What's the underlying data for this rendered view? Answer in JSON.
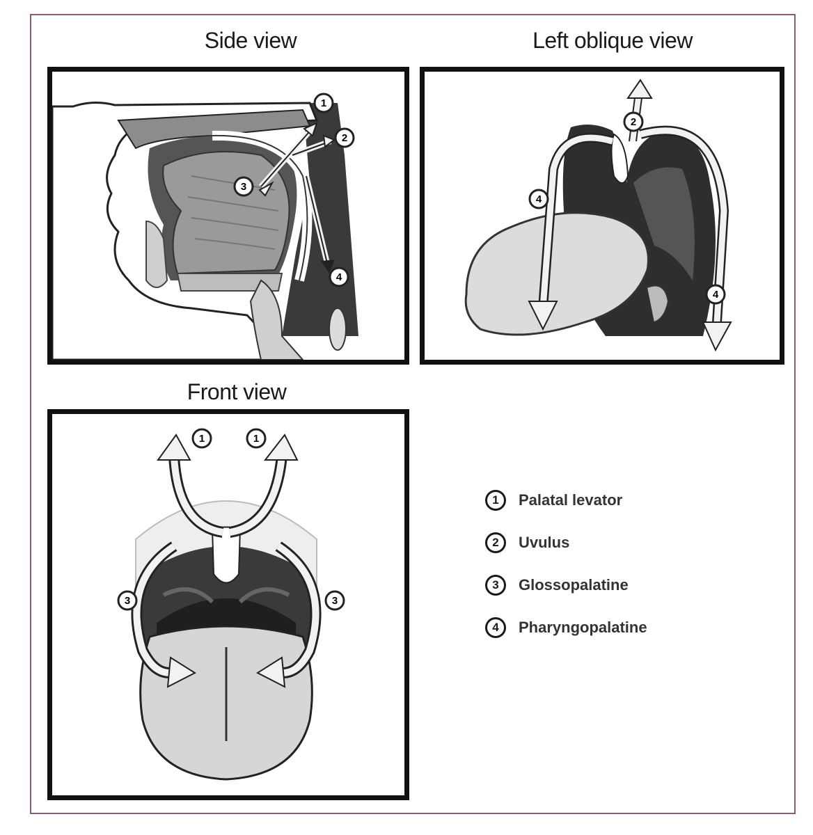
{
  "titles": {
    "side": "Side view",
    "oblique": "Left oblique view",
    "front": "Front view"
  },
  "markers": {
    "one": "1",
    "two": "2",
    "three": "3",
    "four": "4"
  },
  "legend": [
    {
      "number": "1",
      "label": "Palatal levator"
    },
    {
      "number": "2",
      "label": "Uvulus"
    },
    {
      "number": "3",
      "label": "Glossopalatine"
    },
    {
      "number": "4",
      "label": "Pharyngopalatine"
    }
  ],
  "colors": {
    "frame": "#8a5a78",
    "panel_border": "#111111",
    "dark_tissue": "#3a3a3a",
    "mid_tissue": "#8c8c8c",
    "light_tissue": "#cfcfcf",
    "arrow_fill": "#e6e6e6"
  }
}
